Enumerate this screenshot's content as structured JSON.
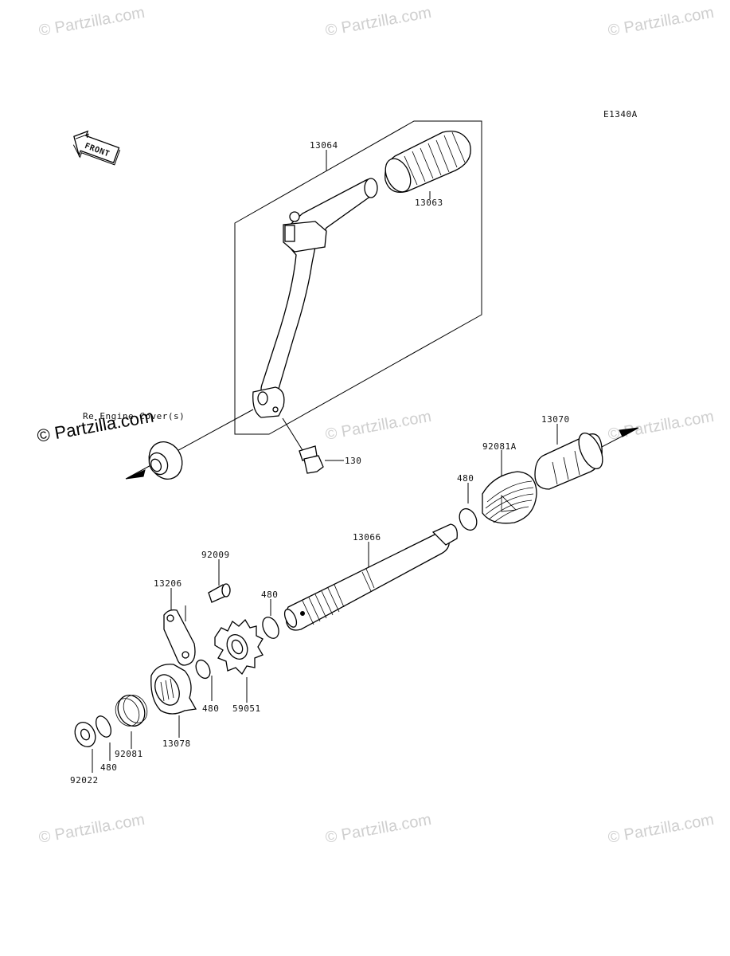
{
  "diagram_code": "E1340A",
  "front_label": "FRONT",
  "cover_label": "Re  Engine Cover(s)",
  "watermarks": {
    "small": "© Partzilla.com",
    "large": "© Partzilla.com"
  },
  "parts": {
    "p13064": "13064",
    "p13063": "13063",
    "p130": "130",
    "p13070": "13070",
    "p92081A": "92081A",
    "p480a": "480",
    "p13066": "13066",
    "p92009": "92009",
    "p13206": "13206",
    "p480b": "480",
    "p480c": "480",
    "p59051": "59051",
    "p13078": "13078",
    "p92081": "92081",
    "p480d": "480",
    "p92022": "92022"
  }
}
